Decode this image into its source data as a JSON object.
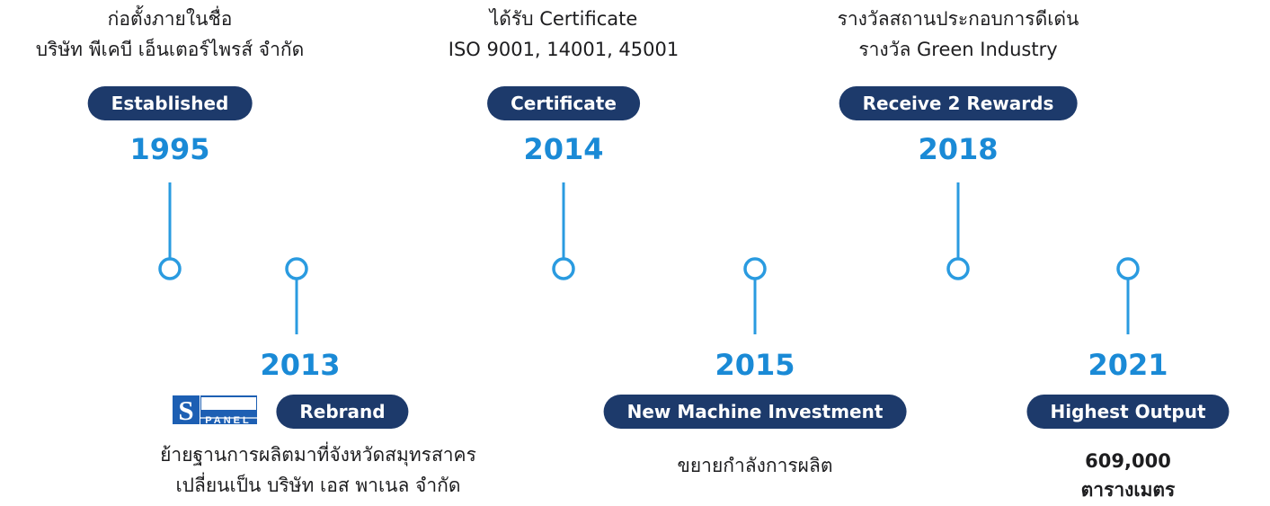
{
  "milestones": [
    {
      "year": "1995",
      "label": "Established",
      "desc": [
        "ก่อตั้งภายในชื่อ",
        "บริษัท พีเคบี เอ็นเตอร์ไพรส์ จำกัด"
      ]
    },
    {
      "year": "2013",
      "label": "Rebrand",
      "desc": [
        "ย้ายฐานการผลิตมาที่จังหวัดสมุทรสาคร",
        "เปลี่ยนเป็น บริษัท เอส พาเนล จำกัด"
      ]
    },
    {
      "year": "2014",
      "label": "Certificate",
      "desc": [
        "ได้รับ Certificate",
        "ISO 9001, 14001, 45001"
      ]
    },
    {
      "year": "2015",
      "label": "New Machine Investment",
      "desc": [
        "ขยายกำลังการผลิต"
      ]
    },
    {
      "year": "2018",
      "label": "Receive 2 Rewards",
      "desc": [
        "รางวัลสถานประกอบการดีเด่น",
        "รางวัล Green Industry"
      ]
    },
    {
      "year": "2021",
      "label": "Highest Output",
      "output": [
        "609,000",
        "ตารางเมตร"
      ]
    }
  ],
  "logo": {
    "letter": "S",
    "text": "PANEL"
  },
  "colors": {
    "line_start": "#4fc3ef",
    "line_end": "#5b86c6",
    "pill": "#1d3a6b",
    "year": "#1a8ad6",
    "node_stroke": "#2a9be0"
  }
}
